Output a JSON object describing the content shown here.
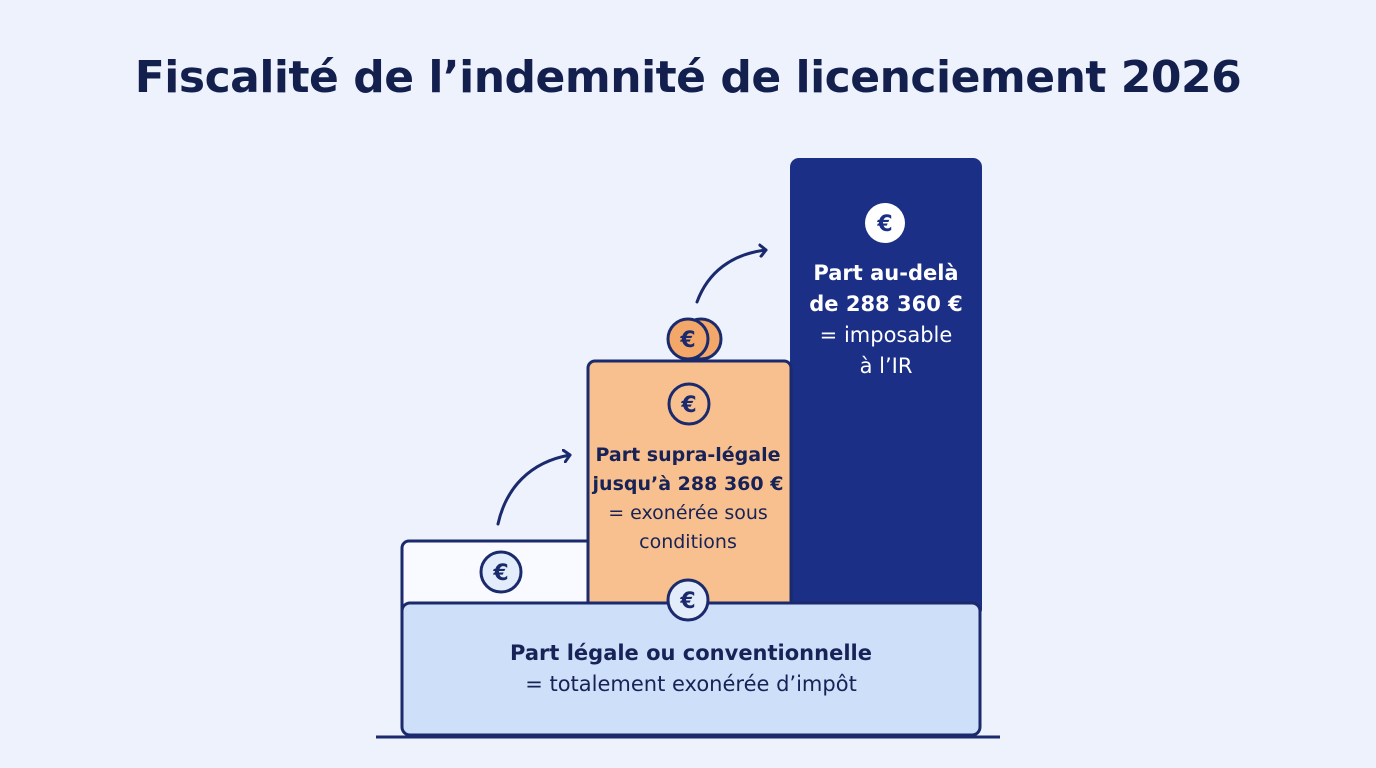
{
  "title": "Fiscalité de l’indemnité de licenciement 2026",
  "icons": {
    "coin": "euro-coin-icon",
    "arrow": "curved-arrow-icon"
  },
  "colors": {
    "background": "#edf2fc",
    "navy": "#1b2f86",
    "outline": "#1a2a6c",
    "peach": "#f7c08e",
    "light_blue": "#cddff9",
    "white_box": "#f8faff",
    "title_text": "#131f4d"
  },
  "blocks": {
    "legal": {
      "line1": "Part légale ou conventionnelle",
      "line2": "= totalement exonérée d’impôt"
    },
    "supra": {
      "line1": "Part supra-légale",
      "line2": "jusqu’à 288 360 €",
      "line3": "= exonérée sous",
      "line4": "conditions"
    },
    "above": {
      "line1": "Part au-delà",
      "line2": "de 288 360 €",
      "line3": "= imposable",
      "line4": "à l’IR"
    }
  },
  "coin_symbol": "€"
}
